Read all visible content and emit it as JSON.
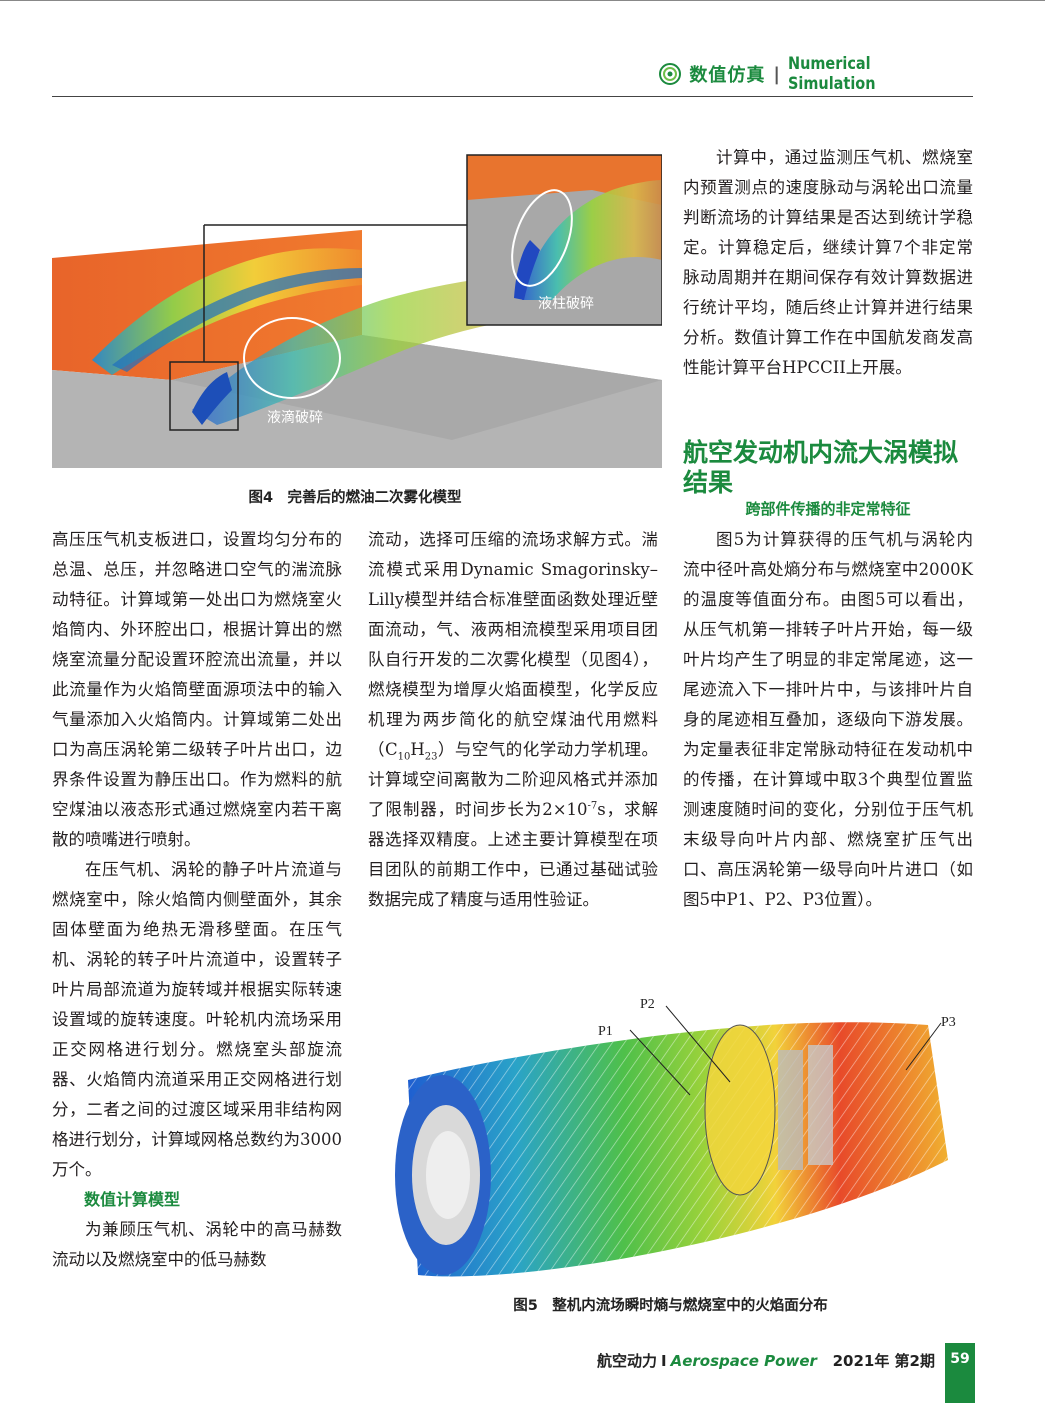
{
  "header": {
    "section_cn": "数值仿真",
    "separator": "|",
    "section_en": "Numerical Simulation"
  },
  "figure4": {
    "label_inset": "液柱破碎",
    "label_main": "液滴破碎",
    "caption": "图4　完善后的燃油二次雾化模型"
  },
  "figure5": {
    "labels": [
      "P1",
      "P2",
      "P3"
    ],
    "caption": "图5　整机内流场瞬时熵与燃烧室中的火焰面分布"
  },
  "col3_top": {
    "para": "计算中，通过监测压气机、燃烧室内预置测点的速度脉动与涡轮出口流量判断流场的计算结果是否达到统计学稳定。计算稳定后，继续计算7个非定常脉动周期并在期间保存有效计算数据进行统计平均，随后终止计算并进行结果分析。数值计算工作在中国航发商发高性能计算平台HPCCII上开展。"
  },
  "section": {
    "title": "航空发动机内流大涡模拟结果",
    "subtitle": "跨部件传播的非定常特征"
  },
  "col1": {
    "para1": "高压压气机支板进口，设置均匀分布的总温、总压，并忽略进口空气的湍流脉动特征。计算域第一处出口为燃烧室火焰筒内、外环腔出口，根据计算出的燃烧室流量分配设置环腔流出流量，并以此流量作为火焰筒壁面源项法中的输入气量添加入火焰筒内。计算域第二处出口为高压涡轮第二级转子叶片出口，边界条件设置为静压出口。作为燃料的航空煤油以液态形式通过燃烧室内若干离散的喷嘴进行喷射。",
    "para2": "在压气机、涡轮的静子叶片流道与燃烧室中，除火焰筒内侧壁面外，其余固体壁面为绝热无滑移壁面。在压气机、涡轮的转子叶片流道中，设置转子叶片局部流道为旋转域并根据实际转速设置域的旋转速度。叶轮机内流场采用正交网格进行划分。燃烧室头部旋流器、火焰筒内流道采用正交网格进行划分，二者之间的过渡区域采用非结构网格进行划分，计算域网格总数约为3000万个。",
    "subhead": "数值计算模型",
    "para3": "为兼顾压气机、涡轮中的高马赫数流动以及燃烧室中的低马赫数"
  },
  "col2": {
    "para_a": "流动，选择可压缩的流场求解方式。湍流模式采用Dynamic Smagorinsky–Lilly模型并结合标准壁面函数处理近壁面流动，气、液两相流模型采用项目团队自行开发的二次雾化模型（见图4），燃烧模型为增厚火焰面模型，化学反应机理为两步简化的航空煤油代用燃料（C",
    "sub1": "10",
    "mid": "H",
    "sub2": "23",
    "para_b": "）与空气的化学动力学机理。计算域空间离散为二阶迎风格式并添加了限制器，时间步长为2×10",
    "sup": "-7",
    "para_c": "s，求解器选择双精度。上述主要计算模型在项目团队的前期工作中，已通过基础试验数据完成了精度与适用性验证。"
  },
  "col3": {
    "para": "图5为计算获得的压气机与涡轮内流中径叶高处熵分布与燃烧室中2000K的温度等值面分布。由图5可以看出，从压气机第一排转子叶片开始，每一级叶片均产生了明显的非定常尾迹，这一尾迹流入下一排叶片中，与该排叶片自身的尾迹相互叠加，逐级向下游发展。为定量表征非定常脉动特征在发动机中的传播，在计算域中取3个典型位置监测速度随时间的变化，分别位于压气机末级导向叶片内部、燃烧室扩压气出口、高压涡轮第一级导向叶片进口（如图5中P1、P2、P3位置）。"
  },
  "footer": {
    "journal_cn": "航空动力",
    "bar": "I",
    "journal_en": "Aerospace Power",
    "issue": "2021年 第2期",
    "page": "59"
  }
}
